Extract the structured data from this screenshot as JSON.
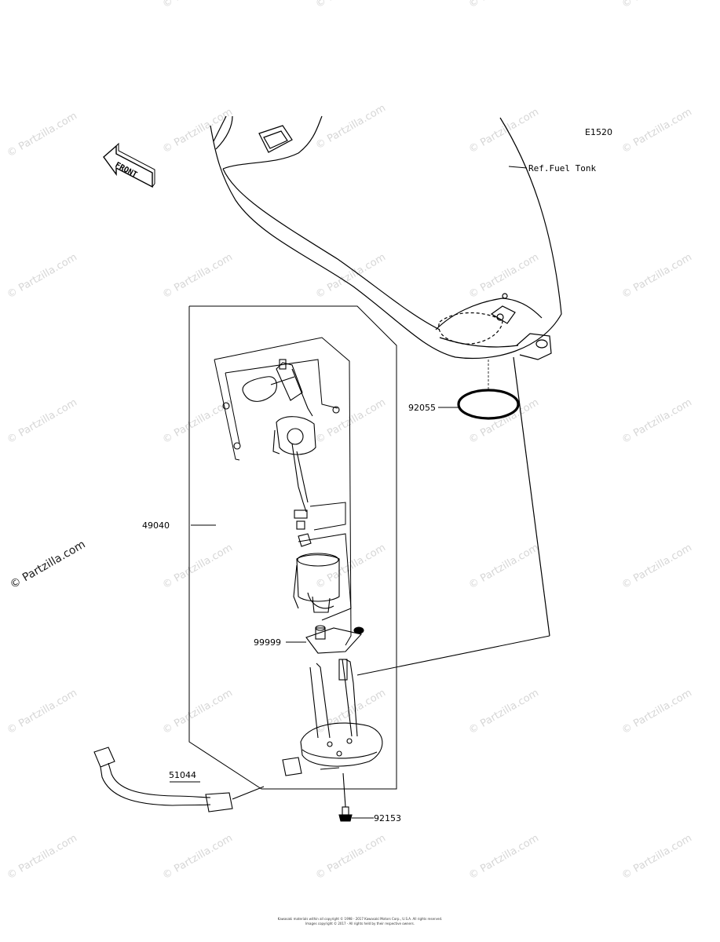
{
  "diagram_code": "E1520",
  "reference_label": "Ref.Fuel Tonk",
  "front_label": "FRONT",
  "parts": {
    "ring": "92055",
    "pump_assembly": "49040",
    "washer": "99999",
    "harness": "51044",
    "bolt": "92153"
  },
  "watermark": "© Partzilla.com",
  "copyright_line1": "Kawasaki materials within all copyright © 1998 - 2017 Kawasaki Motors Corp., U.S.A. All rights reserved.",
  "copyright_line2": "Images copyright © 2017 - All rights held by their respective owners."
}
